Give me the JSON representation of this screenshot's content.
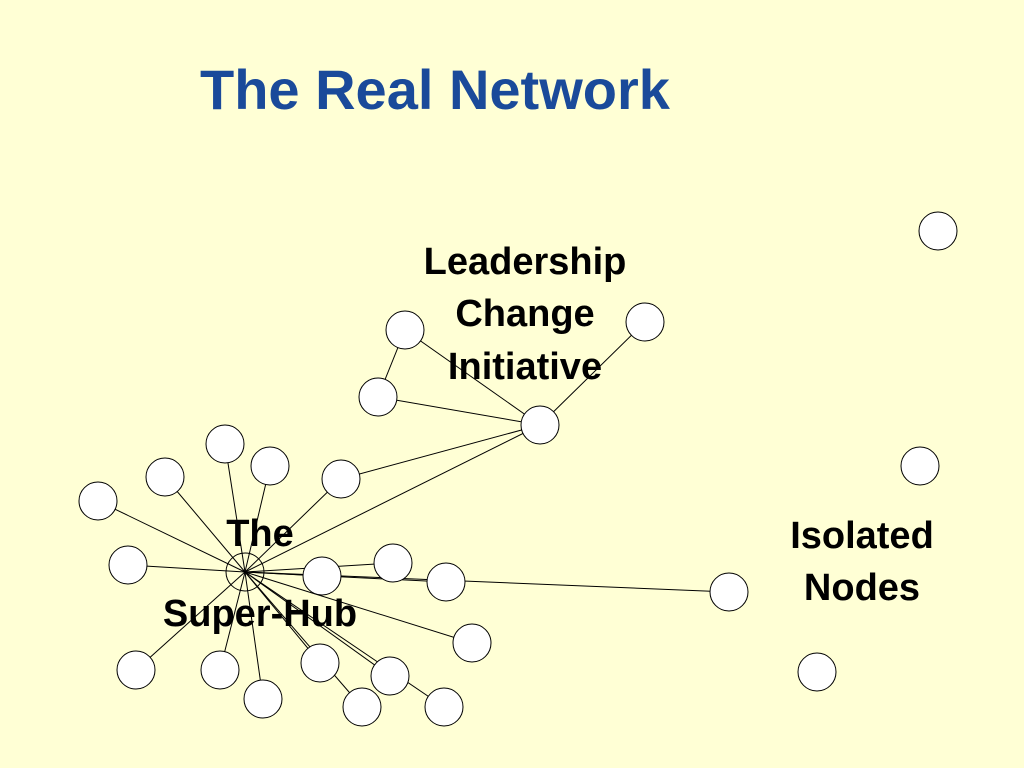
{
  "title": "The Real Network",
  "labels": {
    "leadership": [
      "Leadership",
      "Change",
      "Initiative"
    ],
    "hub_line1": "The",
    "hub_line2": "Super-Hub",
    "isolated": [
      "Isolated",
      "Nodes"
    ]
  },
  "colors": {
    "background": "#FFFFD5",
    "title": "#1A4A9A",
    "node_fill": "#FFFFFF",
    "node_stroke": "#000000",
    "edge": "#000000"
  }
}
